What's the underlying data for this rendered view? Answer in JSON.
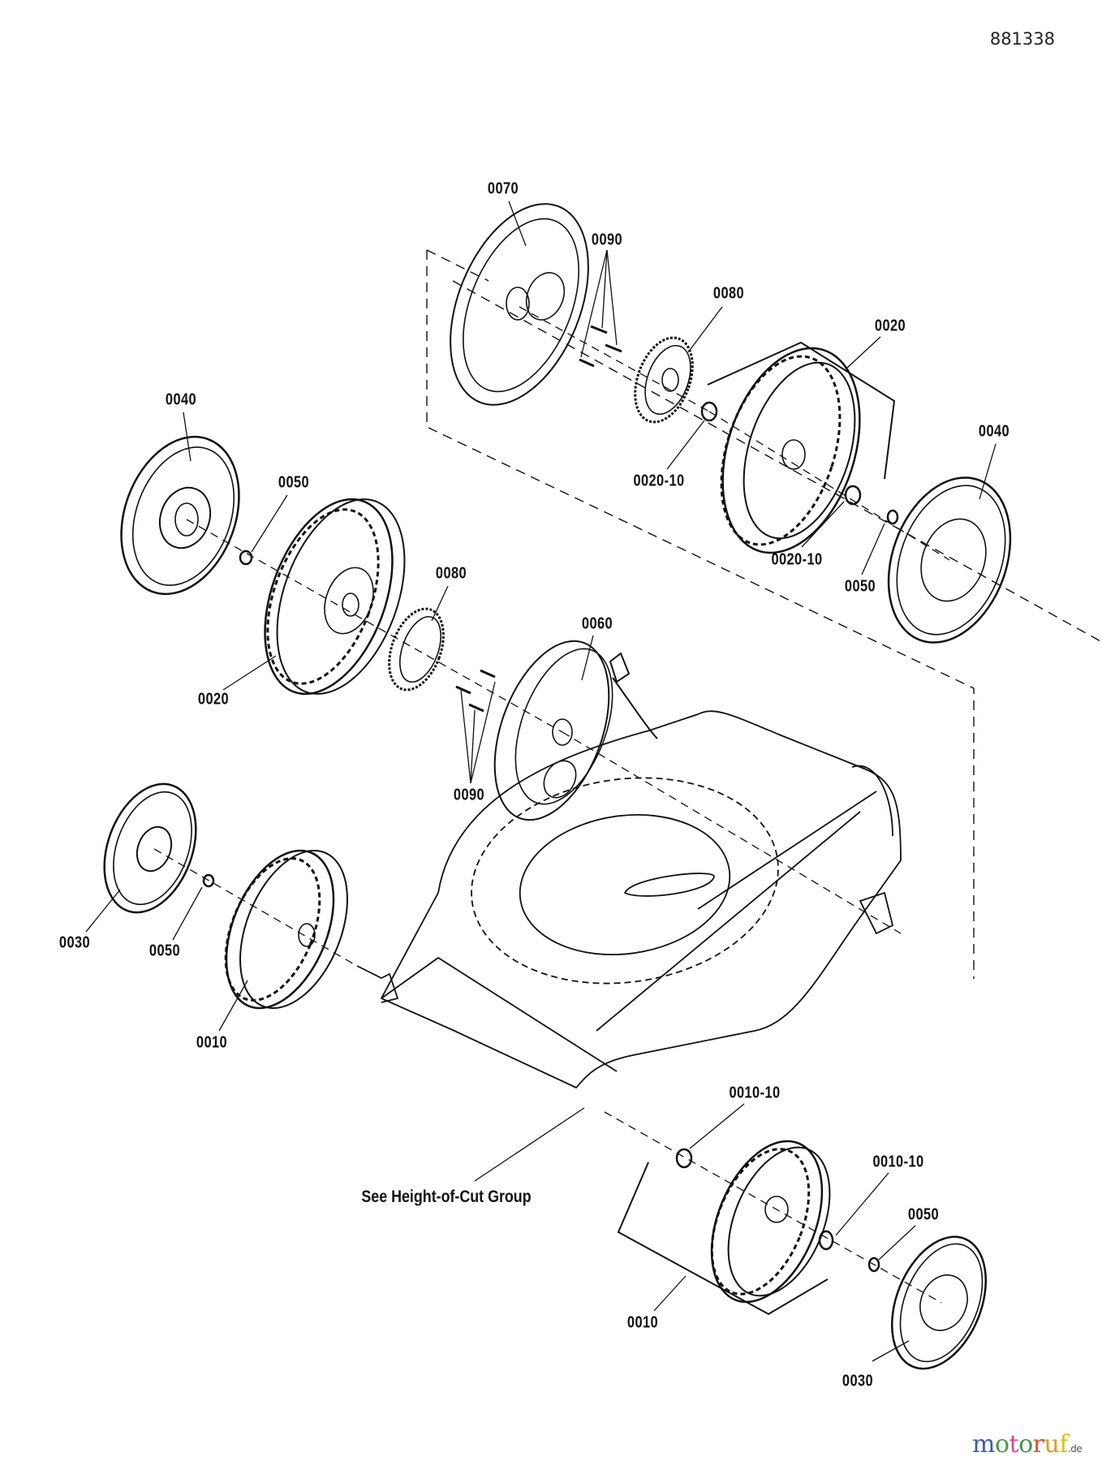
{
  "document_number": "881338",
  "diagram": {
    "title": "Wheels & drive exploded view",
    "callouts": [
      {
        "id": "c-0070",
        "text": "0070"
      },
      {
        "id": "c-0090-top",
        "text": "0090"
      },
      {
        "id": "c-0080-top",
        "text": "0080"
      },
      {
        "id": "c-0020-top",
        "text": "0020"
      },
      {
        "id": "c-0040-left",
        "text": "0040"
      },
      {
        "id": "c-0040-right",
        "text": "0040"
      },
      {
        "id": "c-0050-left",
        "text": "0050"
      },
      {
        "id": "c-0020-10-a",
        "text": "0020-10"
      },
      {
        "id": "c-0020-10-b",
        "text": "0020-10"
      },
      {
        "id": "c-0050-right",
        "text": "0050"
      },
      {
        "id": "c-0080-mid",
        "text": "0080"
      },
      {
        "id": "c-0060",
        "text": "0060"
      },
      {
        "id": "c-0020-left",
        "text": "0020"
      },
      {
        "id": "c-0090-mid",
        "text": "0090"
      },
      {
        "id": "c-0030-left",
        "text": "0030"
      },
      {
        "id": "c-0050-lowleft",
        "text": "0050"
      },
      {
        "id": "c-0010-left",
        "text": "0010"
      },
      {
        "id": "c-0010-10-a",
        "text": "0010-10"
      },
      {
        "id": "c-0010-10-b",
        "text": "0010-10"
      },
      {
        "id": "c-0050-lowright",
        "text": "0050"
      },
      {
        "id": "c-0010-low",
        "text": "0010"
      },
      {
        "id": "c-0030-low",
        "text": "0030"
      }
    ],
    "note": "See Height-of-Cut Group"
  },
  "watermark": {
    "letters": [
      {
        "ch": "m",
        "color": "#3b5ba8"
      },
      {
        "ch": "o",
        "color": "#4a9a3a"
      },
      {
        "ch": "t",
        "color": "#d9468f"
      },
      {
        "ch": "o",
        "color": "#3a9a4a"
      },
      {
        "ch": "r",
        "color": "#e0502a"
      },
      {
        "ch": "u",
        "color": "#e39a1a"
      },
      {
        "ch": "f",
        "color": "#d8c41a"
      }
    ],
    "tld": ".de"
  }
}
